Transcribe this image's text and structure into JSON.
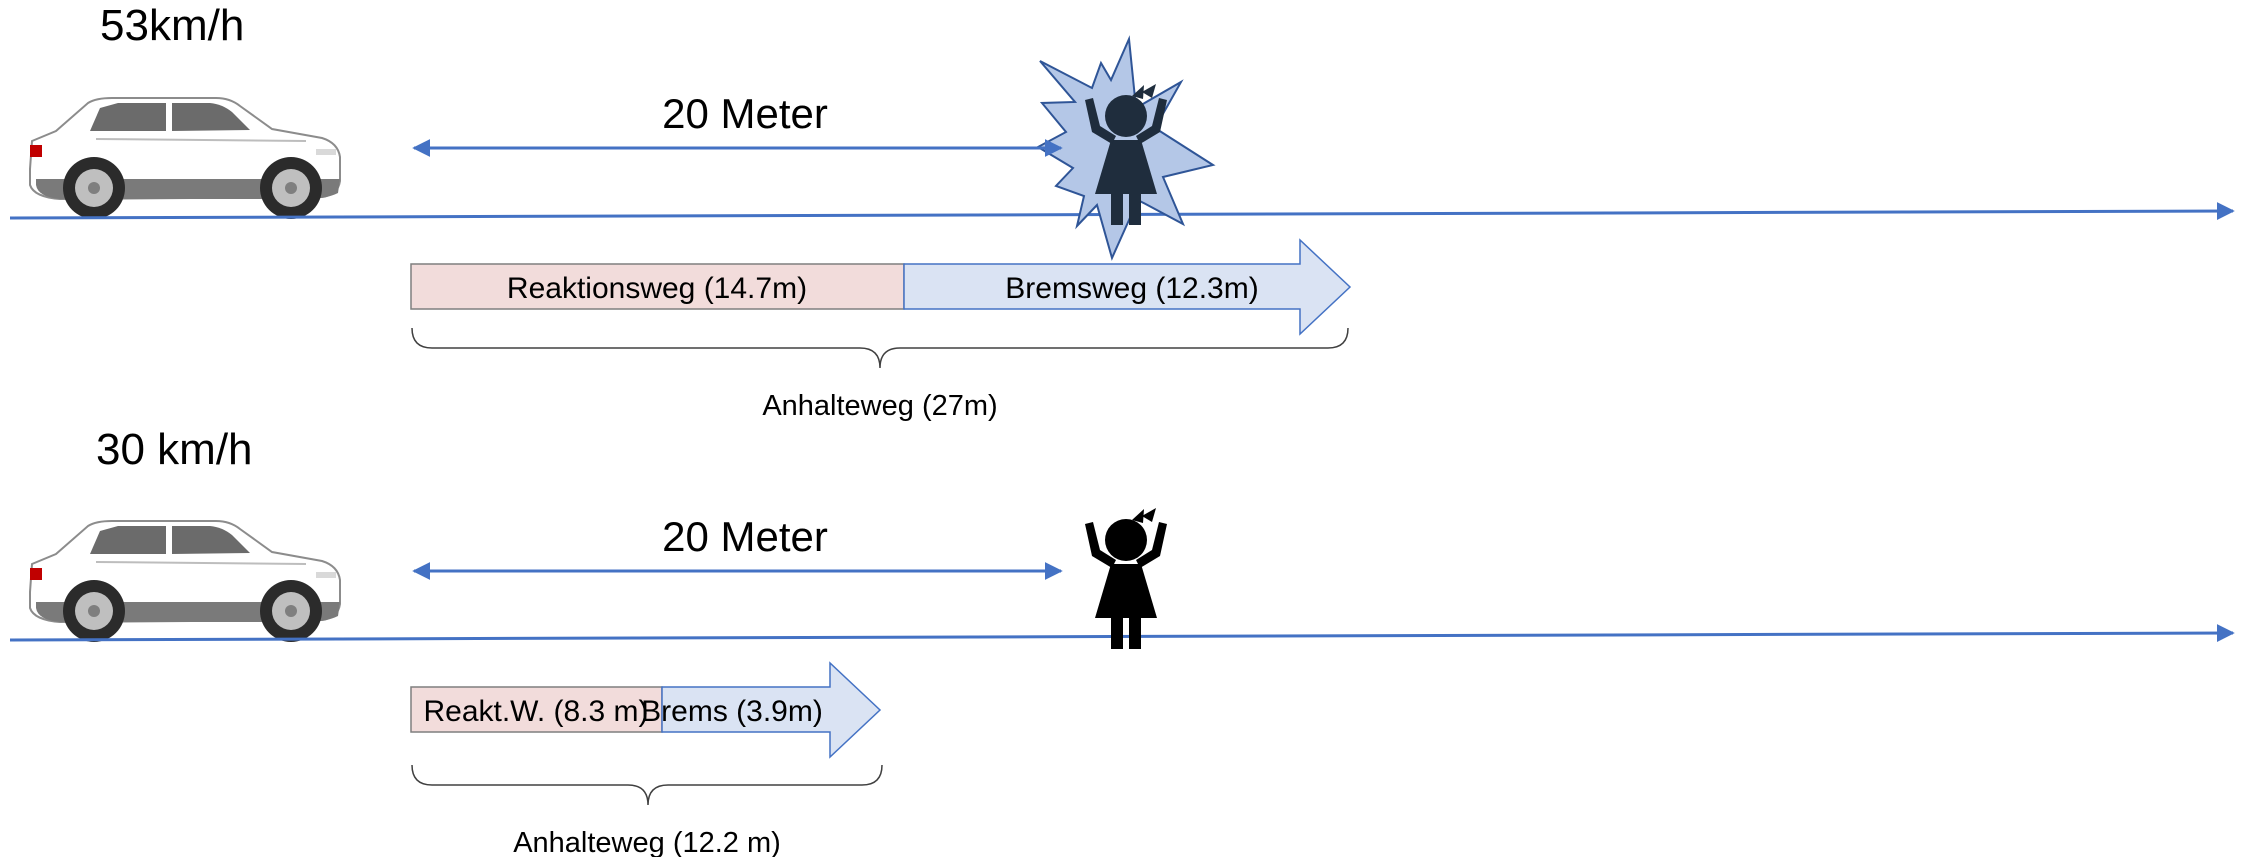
{
  "scenarios": [
    {
      "speed": "53km/h",
      "distance_label": "20 Meter",
      "reaction": {
        "label": "Reaktionsweg (14.7m)",
        "meters": 14.7
      },
      "braking": {
        "label": "Bremsweg (12.3m)",
        "meters": 12.3
      },
      "stopping_label": "Anhalteweg (27m)",
      "collision": true
    },
    {
      "speed": "30 km/h",
      "distance_label": "20 Meter",
      "reaction": {
        "label": "Reakt.W. (8.3 m)",
        "meters": 8.3
      },
      "braking": {
        "label": "Brems (3.9m)",
        "meters": 3.9
      },
      "stopping_label": "Anhalteweg (12.2 m)",
      "collision": false
    }
  ],
  "colors": {
    "line": "#4472c4",
    "reaction_fill": "#f2dcdb",
    "braking_fill": "#dae3f3",
    "collision_fill": "#b4c7e7",
    "collision_stroke": "#2f5597",
    "child_collision": "#1f2d3d",
    "child_safe": "#000000",
    "car_body": "#ffffff",
    "car_trim": "#7f7f7f"
  },
  "icons": {
    "vehicle": "car-icon",
    "pedestrian": "child-icon",
    "impact": "explosion-icon"
  }
}
